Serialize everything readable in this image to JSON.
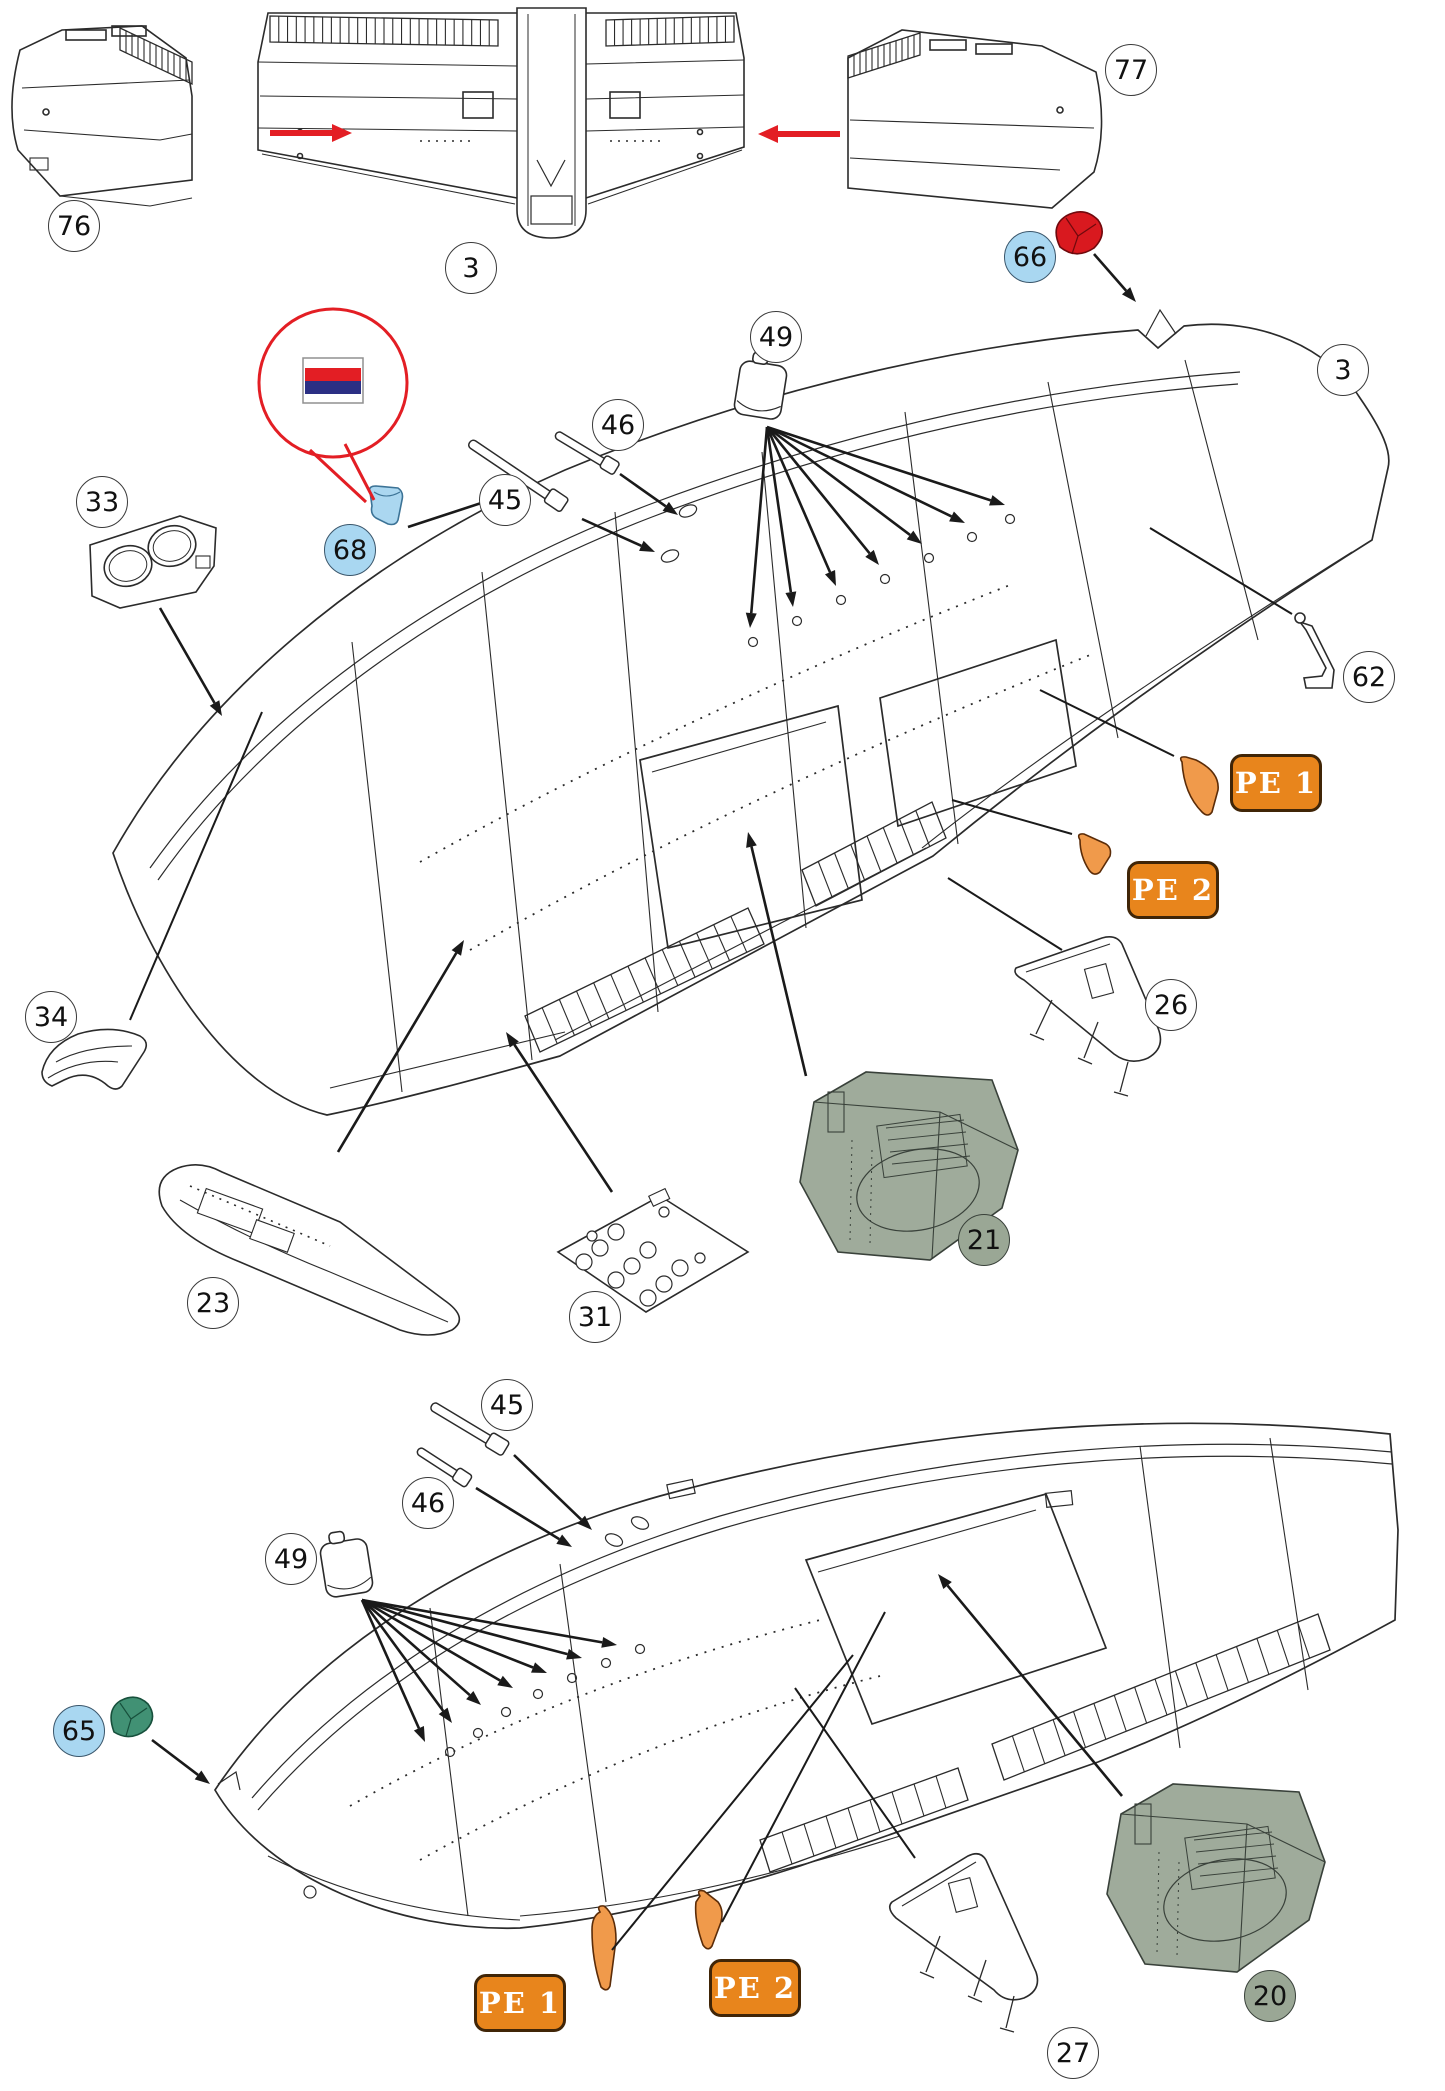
{
  "page": {
    "description": "Model aircraft kit assembly instruction sheet - wing assembly steps",
    "background": "#ffffff"
  },
  "colors": {
    "accent_red": "#e31e24",
    "callout_blue": "#a9d7f1",
    "callout_sage": "#9aa795",
    "pe_label_orange": "#e8851c",
    "pe_part_orange": "#f09a4b",
    "clear_part_red": "#d9191f",
    "clear_part_green": "#419174",
    "clear_part_blue": "#abd7f0",
    "flag_red": "#e31e24",
    "flag_blue": "#2b2f84"
  },
  "flag_callout": {
    "stripes": [
      "white",
      "red",
      "blue"
    ]
  },
  "assemblies": {
    "top_row": {
      "left_panel": "76",
      "center_section": "3",
      "right_panel": "77"
    },
    "upper_wing": {
      "assembly_label": "3",
      "tip_light": "66",
      "parts": [
        "49",
        "46",
        "45",
        "68",
        "33",
        "34",
        "23",
        "31",
        "62",
        "26",
        "21"
      ],
      "photo_etch": [
        "PE 1",
        "PE 2"
      ]
    },
    "lower_wing": {
      "tip_light": "65",
      "parts": [
        "45",
        "46",
        "49",
        "27",
        "20"
      ],
      "photo_etch": [
        "PE 1",
        "PE 2"
      ]
    }
  },
  "labels": {
    "p76": "76",
    "p3_center": "3",
    "p77": "77",
    "p66": "66",
    "p3_wing": "3",
    "p49_top": "49",
    "p46_top": "46",
    "p45_top": "45",
    "p68": "68",
    "p33": "33",
    "p34": "34",
    "p23": "23",
    "p31": "31",
    "p62": "62",
    "p26": "26",
    "p21": "21",
    "pe1_top": "PE 1",
    "pe2_top": "PE 2",
    "p45_bot": "45",
    "p46_bot": "46",
    "p49_bot": "49",
    "p65": "65",
    "pe1_bot": "PE 1",
    "pe2_bot": "PE 2",
    "p27": "27",
    "p20": "20"
  }
}
